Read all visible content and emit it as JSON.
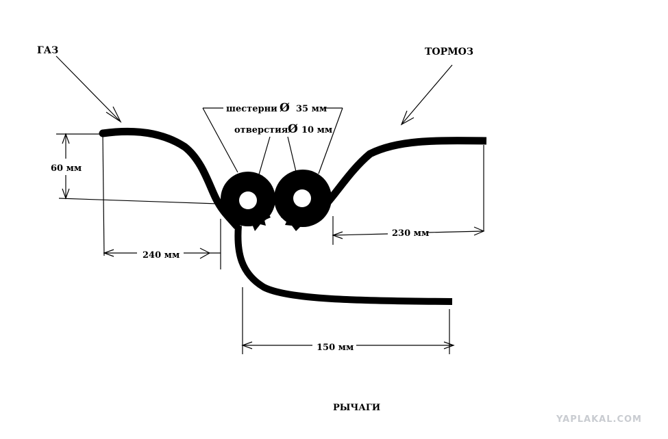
{
  "labels": {
    "gas": "ГАЗ",
    "brake": "ТОРМОЗ",
    "gears": "шестерни",
    "gears_diameter": "35 мм",
    "holes": "отверстия",
    "holes_diameter": "10 мм",
    "diameter_symbol": "Ø",
    "height_60": "60 мм",
    "len_240": "240 мм",
    "len_230": "230 мм",
    "len_150": "150 мм",
    "caption": "РЫЧАГИ",
    "watermark": "YAPLAKAL.COM"
  }
}
